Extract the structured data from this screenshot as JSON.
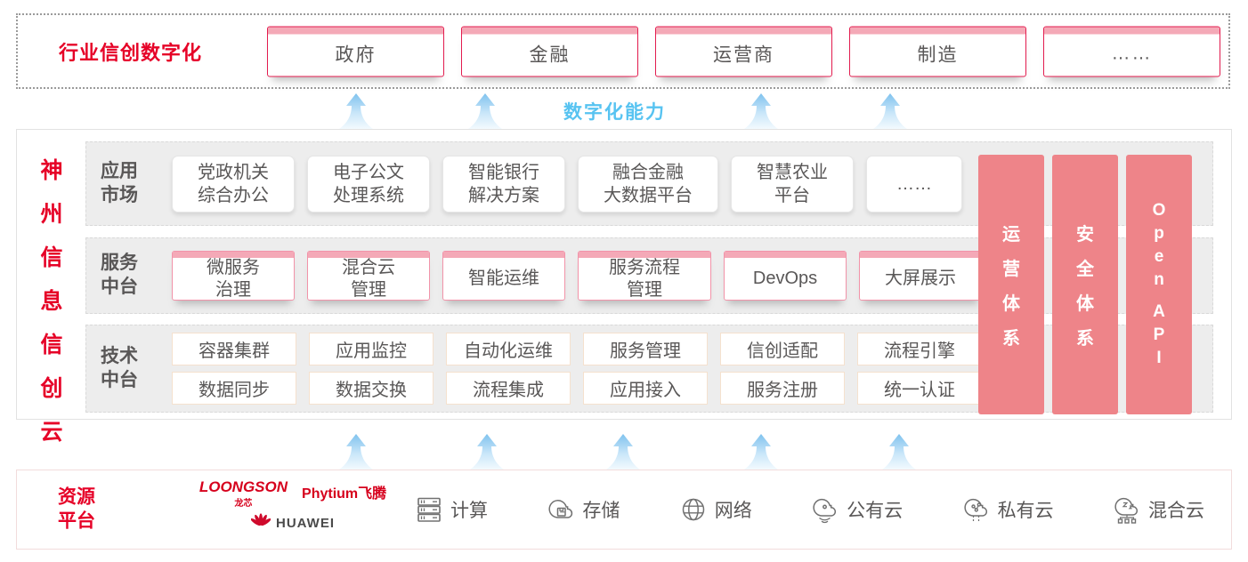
{
  "colors": {
    "brand_red": "#e60127",
    "crimson_border": "#e31c4f",
    "pink_bar": "#f4a9b7",
    "pink_border": "#f293a9",
    "salmon_pillar": "#ee8489",
    "capability_blue": "#57c3f1",
    "row_background": "#ededed",
    "text_dark": "#595757"
  },
  "top_section": {
    "title": "行业信创数字化",
    "industries": [
      "政府",
      "金融",
      "运营商",
      "制造",
      "……"
    ]
  },
  "capability_label": "数字化能力",
  "platform": {
    "vertical_title": "神州信息信创云",
    "rows": [
      {
        "label_lines": [
          "应用",
          "市场"
        ],
        "style": "plain",
        "items": [
          [
            "党政机关",
            "综合办公"
          ],
          [
            "电子公文",
            "处理系统"
          ],
          [
            "智能银行",
            "解决方案"
          ],
          [
            "融合金融",
            "大数据平台"
          ],
          [
            "智慧农业",
            "平台"
          ],
          [
            "……"
          ]
        ]
      },
      {
        "label_lines": [
          "服务",
          "中台"
        ],
        "style": "pink",
        "items": [
          [
            "微服务",
            "治理"
          ],
          [
            "混合云",
            "管理"
          ],
          [
            "智能运维"
          ],
          [
            "服务流程",
            "管理"
          ],
          [
            "DevOps"
          ],
          [
            "大屏展示"
          ]
        ]
      },
      {
        "label_lines": [
          "技术",
          "中台"
        ],
        "style": "tan",
        "item_rows": [
          [
            "容器集群",
            "应用监控",
            "自动化运维",
            "服务管理",
            "信创适配",
            "流程引擎"
          ],
          [
            "数据同步",
            "数据交换",
            "流程集成",
            "应用接入",
            "服务注册",
            "统一认证"
          ]
        ]
      }
    ],
    "pillars": [
      {
        "label": "运营体系",
        "latin": false
      },
      {
        "label": "安全体系",
        "latin": false
      },
      {
        "label": "Open API",
        "latin": true
      }
    ]
  },
  "resource_section": {
    "title_lines": [
      "资源",
      "平台"
    ],
    "vendors": {
      "loongson": "LOONGSON",
      "loongson_sub": "龙芯",
      "phytium": "Phytium飞腾",
      "huawei": "HUAWEI"
    },
    "resources": [
      {
        "icon": "server-icon",
        "label": "计算"
      },
      {
        "icon": "storage-cloud-icon",
        "label": "存储"
      },
      {
        "icon": "network-globe-icon",
        "label": "网络"
      },
      {
        "icon": "public-cloud-icon",
        "label": "公有云"
      },
      {
        "icon": "private-cloud-icon",
        "label": "私有云"
      },
      {
        "icon": "hybrid-cloud-icon",
        "label": "混合云"
      }
    ]
  }
}
